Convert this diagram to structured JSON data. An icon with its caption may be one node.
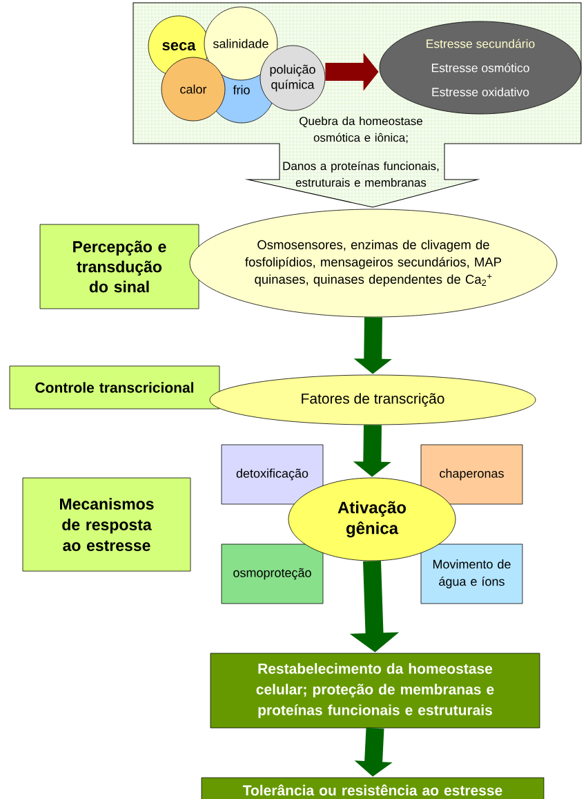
{
  "diagram": {
    "nodes": [
      {
        "text": [
          "Quebra da homeostase osmótica e iônica;",
          "Danos a proteínas funcionais, estruturais e membranas"
        ]
      },
      {
        "text": [
          "seca"
        ],
        "in": 0
      },
      {
        "text": [
          "salinidade"
        ],
        "in": 0
      },
      {
        "text": [
          "calor"
        ],
        "in": 0
      },
      {
        "text": [
          "frio"
        ],
        "in": 0
      },
      {
        "text": [
          "poluição química"
        ],
        "in": 0
      },
      {
        "text": [
          "Estresse secundário",
          "Estresse osmótico",
          "Estresse oxidativo"
        ],
        "in": 0
      },
      {
        "text": [
          "Percepção e transdução do sinal"
        ]
      },
      {
        "text": [
          "Osmosensores, enzimas de clivagem de fosfolipídios, mensageiros secundários, MAP quinases, quinases dependentes de Ca$_{2}$$^{+}$"
        ]
      },
      {
        "text": [
          "Controle transcricional"
        ]
      },
      {
        "text": [
          "Fatores de transcrição"
        ]
      },
      {
        "text": [
          "Mecanismos de resposta ao estresse"
        ]
      },
      {
        "text": [
          "detoxificação"
        ]
      },
      {
        "text": [
          "chaperonas"
        ]
      },
      {
        "text": [
          "Ativação gênica"
        ]
      },
      {
        "text": [
          "osmoproteção"
        ]
      },
      {
        "text": [
          "Movimento de água e íons"
        ]
      },
      {
        "text": [
          "Restabelecimento da homeostase celular; proteção de membranas e proteínas funcionais e estruturais"
        ]
      },
      {
        "text": [
          "Tolerância ou resistência ao estresse"
        ]
      }
    ],
    "edges": [
      {
        "from": 5,
        "to": 6,
        "arrow": "to",
        "color": "#8b0000"
      },
      {
        "from": 8,
        "to": 10,
        "arrow": "to"
      },
      {
        "from": 10,
        "to": 14,
        "arrow": "to"
      },
      {
        "from": 14,
        "to": 17,
        "arrow": "to"
      },
      {
        "from": 17,
        "to": 18,
        "arrow": "to"
      }
    ]
  }
}
